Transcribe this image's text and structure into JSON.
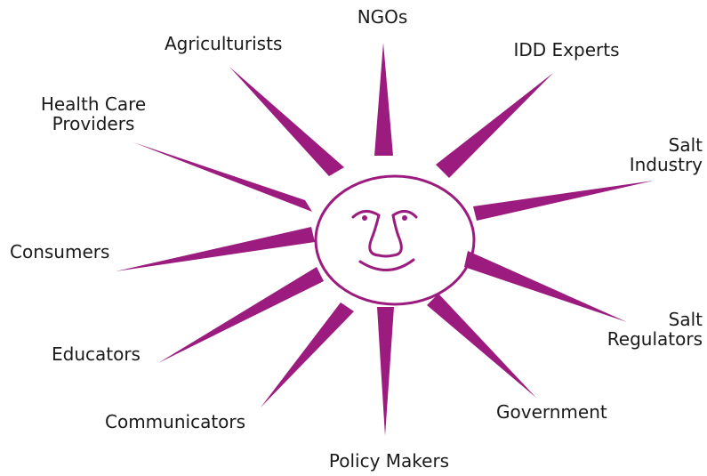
{
  "colors": {
    "ray": "#9b1c7e",
    "text": "#1a1a1a",
    "background": "#ffffff"
  },
  "center_icon": "smiling-sun-face",
  "stakeholders": {
    "ngos": {
      "lines": [
        "NGOs"
      ]
    },
    "idd_experts": {
      "lines": [
        "IDD Experts"
      ]
    },
    "salt_industry": {
      "lines": [
        "Salt",
        "Industry"
      ]
    },
    "salt_regulators": {
      "lines": [
        "Salt",
        "Regulators"
      ]
    },
    "government": {
      "lines": [
        "Government"
      ]
    },
    "policy_makers": {
      "lines": [
        "Policy Makers"
      ]
    },
    "communicators": {
      "lines": [
        "Communicators"
      ]
    },
    "educators": {
      "lines": [
        "Educators"
      ]
    },
    "consumers": {
      "lines": [
        "Consumers"
      ]
    },
    "health_care_providers": {
      "lines": [
        "Health Care",
        "Providers"
      ]
    },
    "agriculturists": {
      "lines": [
        "Agriculturists"
      ]
    }
  }
}
